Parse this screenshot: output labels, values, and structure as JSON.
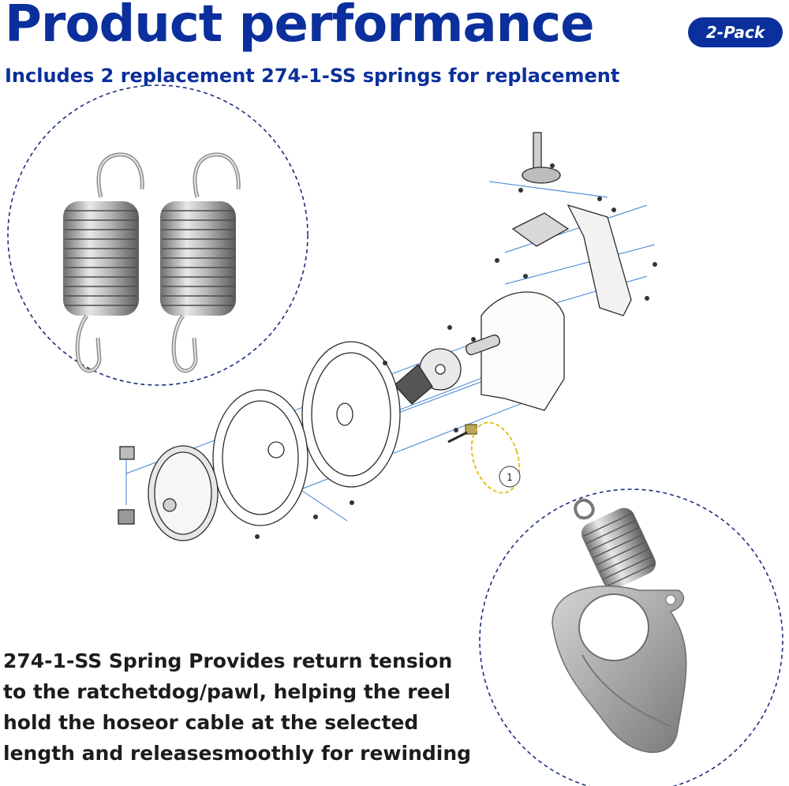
{
  "header": {
    "title": "Product performance",
    "subtitle": "Includes 2 replacement 274-1-SS springs for replacement",
    "badge": "2-Pack"
  },
  "diagram": {
    "callout_number": "1"
  },
  "description": {
    "text": "274-1-SS  Spring Provides return tension to the ratchetdog/pawl, helping the reel hold the hoseor cable at the selected length and releasesmoothly for rewinding"
  },
  "colors": {
    "brand_blue": "#0b2f9c",
    "dark_text": "#1c1c1c",
    "badge_bg": "#0b2f9c",
    "circle_dash": "#1a2f7a",
    "callout_yellow": "#e2c21a",
    "leader_blue": "#3c7fd0"
  },
  "icons": [
    "tension-spring-icon",
    "hose-reel-exploded-diagram",
    "ratchet-pawl-with-spring-icon"
  ]
}
